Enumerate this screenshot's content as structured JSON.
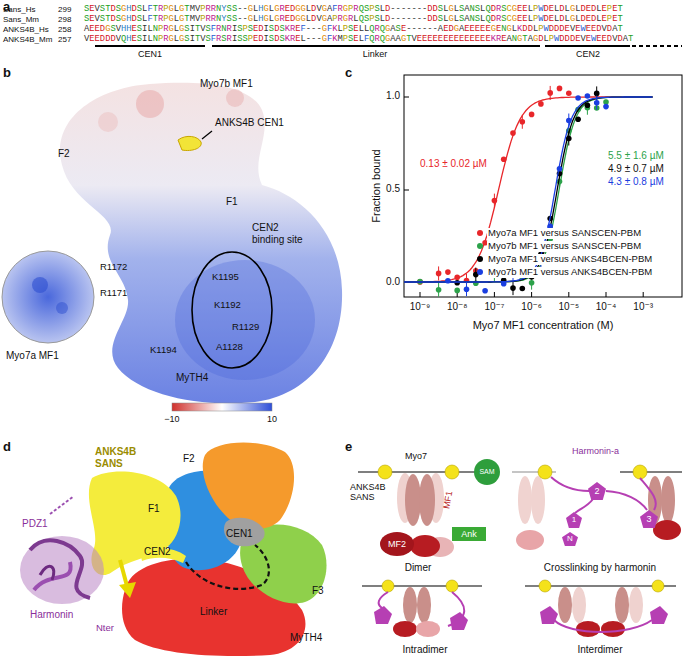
{
  "diagram": {
    "nodes": [
      {
        "text": [
          "SAM"
        ]
      },
      {
        "text": [
          "Ank"
        ]
      },
      {
        "text": [
          "MF2"
        ]
      },
      {
        "text": [
          "N"
        ]
      },
      {
        "text": [
          "1"
        ]
      },
      {
        "text": [
          "2"
        ]
      },
      {
        "text": [
          "3"
        ]
      }
    ],
    "labels": [
      "a",
      "Sans_Hs",
      "299",
      "SEVSTDSGHDSLFTRPGLGTMVPRRNYSS--GLHGLGREDGGLDVGAFRGPRQSPSLD-------DDSLGLSANSLQDRSCGEELPWDELDLGLDEDLEPET",
      "Sans_Mm",
      "298",
      "SEVSTDSGHDSLFTRPGLGTMVPRRNYSS--GLHGLGREDGGLDVGAPRGRLQSPSLD-------DDSLGLSANSLQDRSCGEELPWDELDLGLDEDLEPET",
      "ANKS4B_Hs",
      "258",
      "AEEDGSVHHESILNPRGLGSITVSFRNRISPSEDISDSKREF---GFKLPSELLQRQGASE------AEDGAEEEEEGENGLKDDLPWDDDEVEWEEDVDAT",
      "ANKS4B_Mm",
      "257",
      "VEEDDDVQHESILNPRGLGSITVSFRSRISSPEDISDSKREL---GFKMPSELFQRQGAAGTVEEEEEEEEEEEEEEKREANGTAGDLPWDDDEVEWEEDVDAT",
      "CEN1",
      "Linker",
      "CEN2",
      "b",
      "Myo7b MF1",
      "F2",
      "ANKS4B CEN1",
      "F1",
      "CEN2 binding site",
      "K1195",
      "K1192",
      "R1129",
      "K1194",
      "A1128",
      "MyTH4",
      "R1172",
      "R1171",
      "Myo7a MF1",
      "−10",
      "10",
      "c",
      "1.0",
      "0.5",
      "0.0",
      "10⁻⁹",
      "10⁻⁸",
      "10⁻⁷",
      "10⁻⁶",
      "10⁻⁵",
      "10⁻⁴",
      "10⁻³",
      "Fraction bound",
      "Myo7 MF1 concentration (M)",
      "0.13 ± 0.02 µM",
      "5.5 ± 1.6 µM",
      "4.9 ± 0.7 µM",
      "4.3 ± 0.8 µM",
      "d",
      "PDZ1",
      "ANKS4B SANS",
      "Harmonin",
      "Nter",
      "F2",
      "F1",
      "CEN1",
      "CEN2",
      "Linker",
      "F3",
      "MyTH4",
      "e",
      "ANKS4B SANS",
      "Myo7",
      "MF1",
      "Dimer",
      "Harmonin-a",
      "Crosslinking by harmonin",
      "Intradimer",
      "Interdimer"
    ],
    "legend": [
      {
        "text": "Myo7a MF1 versus SANSCEN-PBM",
        "color": "#e8262a"
      },
      {
        "text": "Myo7b MF1 versus SANSCEN-PBM",
        "color": "#2ca24a"
      },
      {
        "text": "Myo7a MF1 versus ANKS4BCEN-PBM",
        "color": "#000000"
      },
      {
        "text": "Myo7b MF1 versus ANKS4BCEN-PBM",
        "color": "#1a3ee0"
      }
    ]
  }
}
